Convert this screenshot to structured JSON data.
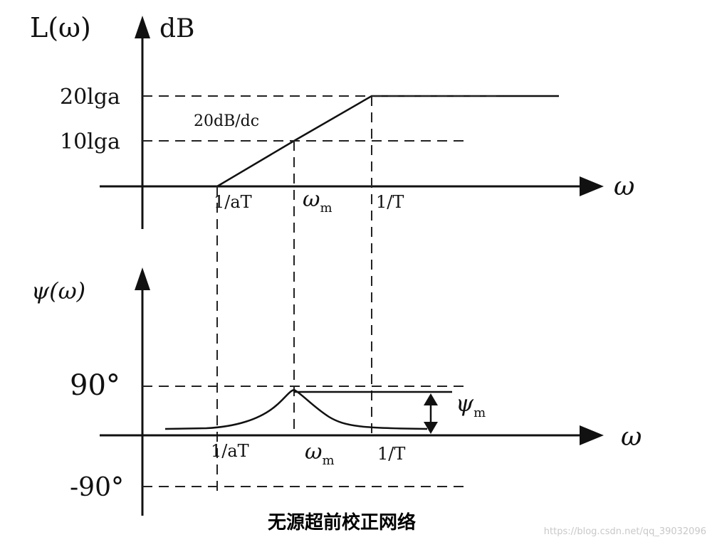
{
  "magnitude_plot": {
    "y_axis_label": "L(ω)",
    "y_unit": "dB",
    "x_axis_label": "ω",
    "y_tick_high": "20lga",
    "y_tick_mid": "10lga",
    "slope_label": "20dB/dc",
    "x_tick_1": "1/aT",
    "x_tick_2_main": "ω",
    "x_tick_2_sub": "m",
    "x_tick_3": "1/T"
  },
  "phase_plot": {
    "y_axis_label": "ψ(ω)",
    "x_axis_label": "ω",
    "y_tick_pos": "90°",
    "y_tick_neg": "-90°",
    "x_tick_1": "1/aT",
    "x_tick_2_main": "ω",
    "x_tick_2_sub": "m",
    "x_tick_3": "1/T",
    "max_label_main": "ψ",
    "max_label_sub": "m"
  },
  "caption": "无源超前校正网络",
  "watermark": "https://blog.csdn.net/qq_39032096",
  "colors": {
    "line": "#111111",
    "dash": "#222222",
    "background": "#ffffff"
  }
}
